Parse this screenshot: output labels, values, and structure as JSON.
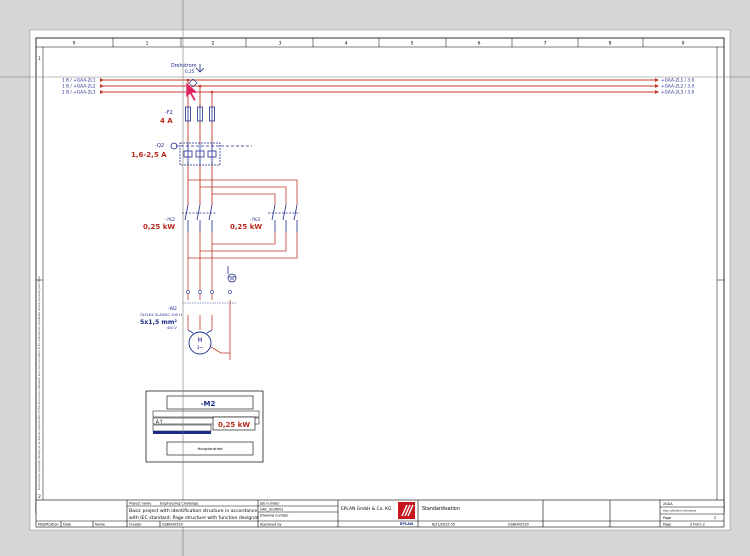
{
  "frame": {
    "columns": [
      "0",
      "1",
      "2",
      "3",
      "4",
      "5",
      "6",
      "7",
      "8",
      "9"
    ],
    "rows": [
      "1",
      "2"
    ],
    "side_note": "Protected by copyright. Passing on as well as reproduction of this document, utilization and communication of its contents are prohibited unless expressly permitted."
  },
  "busbars": {
    "left_refs": [
      "1 B / +GAA-2L1",
      "1 B / +GAA-2L2",
      "1 B / +GAA-2L3"
    ],
    "right_refs": [
      "+GAA-2L1 / 3.0",
      "+GAA-2L2 / 3.0",
      "+GAA-2L3 / 3.0"
    ]
  },
  "devices": {
    "drehstrom_label": "Drehstrom",
    "drehstrom_value": "0,25",
    "f2_tag": "-F2",
    "f2_rating": "4 A",
    "q2_tag": "-Q2",
    "q2_rating": "1,6-2,5 A",
    "k2_tag": "-?K2",
    "k2_power": "0,25 kW",
    "k3_tag": "-?K3",
    "k3_power": "0,25 kW",
    "w2_tag": "-W2",
    "w2_cable": "ÖLFLEX CLASSIC 100 H",
    "w2_section": "5x1,5 mm²",
    "w2_voltage": "400 V",
    "motor_symbol": "M",
    "motor_phase": "3~"
  },
  "plate": {
    "tag": "-M2",
    "power": "0,25 kW",
    "delta_star": "Δ Y",
    "caption": "Hauptantrieb"
  },
  "title_block": {
    "project_name_label": "Project name",
    "project_name": "Engineering Challenge",
    "description_line1": "Basic project with identification structure in accordance",
    "description_line2": "with IEC standard: Page structure with function designat",
    "job_number_label": "Job number",
    "job_number": "GAC_draft001",
    "drawing_number_label": "Drawing number",
    "company": "EPLAN GmbH & Co. KG",
    "logo_text": "EPLAN",
    "standard": "Standardisation",
    "page_func_label": "2GAA",
    "page_func_sub": "Gas collection structure",
    "page_label": "Page",
    "page_value": "2",
    "page_of_label": "Page",
    "page_of_value": "2  From  2",
    "modification_label": "Modification",
    "date_label": "Date",
    "name_label": "Name",
    "creator_label": "Creator",
    "creator_value": "USBHO0520",
    "approved_label": "Approved by",
    "date_value": "6/21/2022 05",
    "editor_value": "USBHO0520",
    "sheet_name": "Standardization"
  },
  "colors": {
    "paper": "#ffffff",
    "frame_line": "#000000",
    "bus_red": "#c0392b",
    "wire_red": "#c0392b",
    "device_blue": "#1d2a8a",
    "value_red": "#b8291f",
    "cursor_pink": "#e0245e",
    "background": "#d6d6d6"
  }
}
